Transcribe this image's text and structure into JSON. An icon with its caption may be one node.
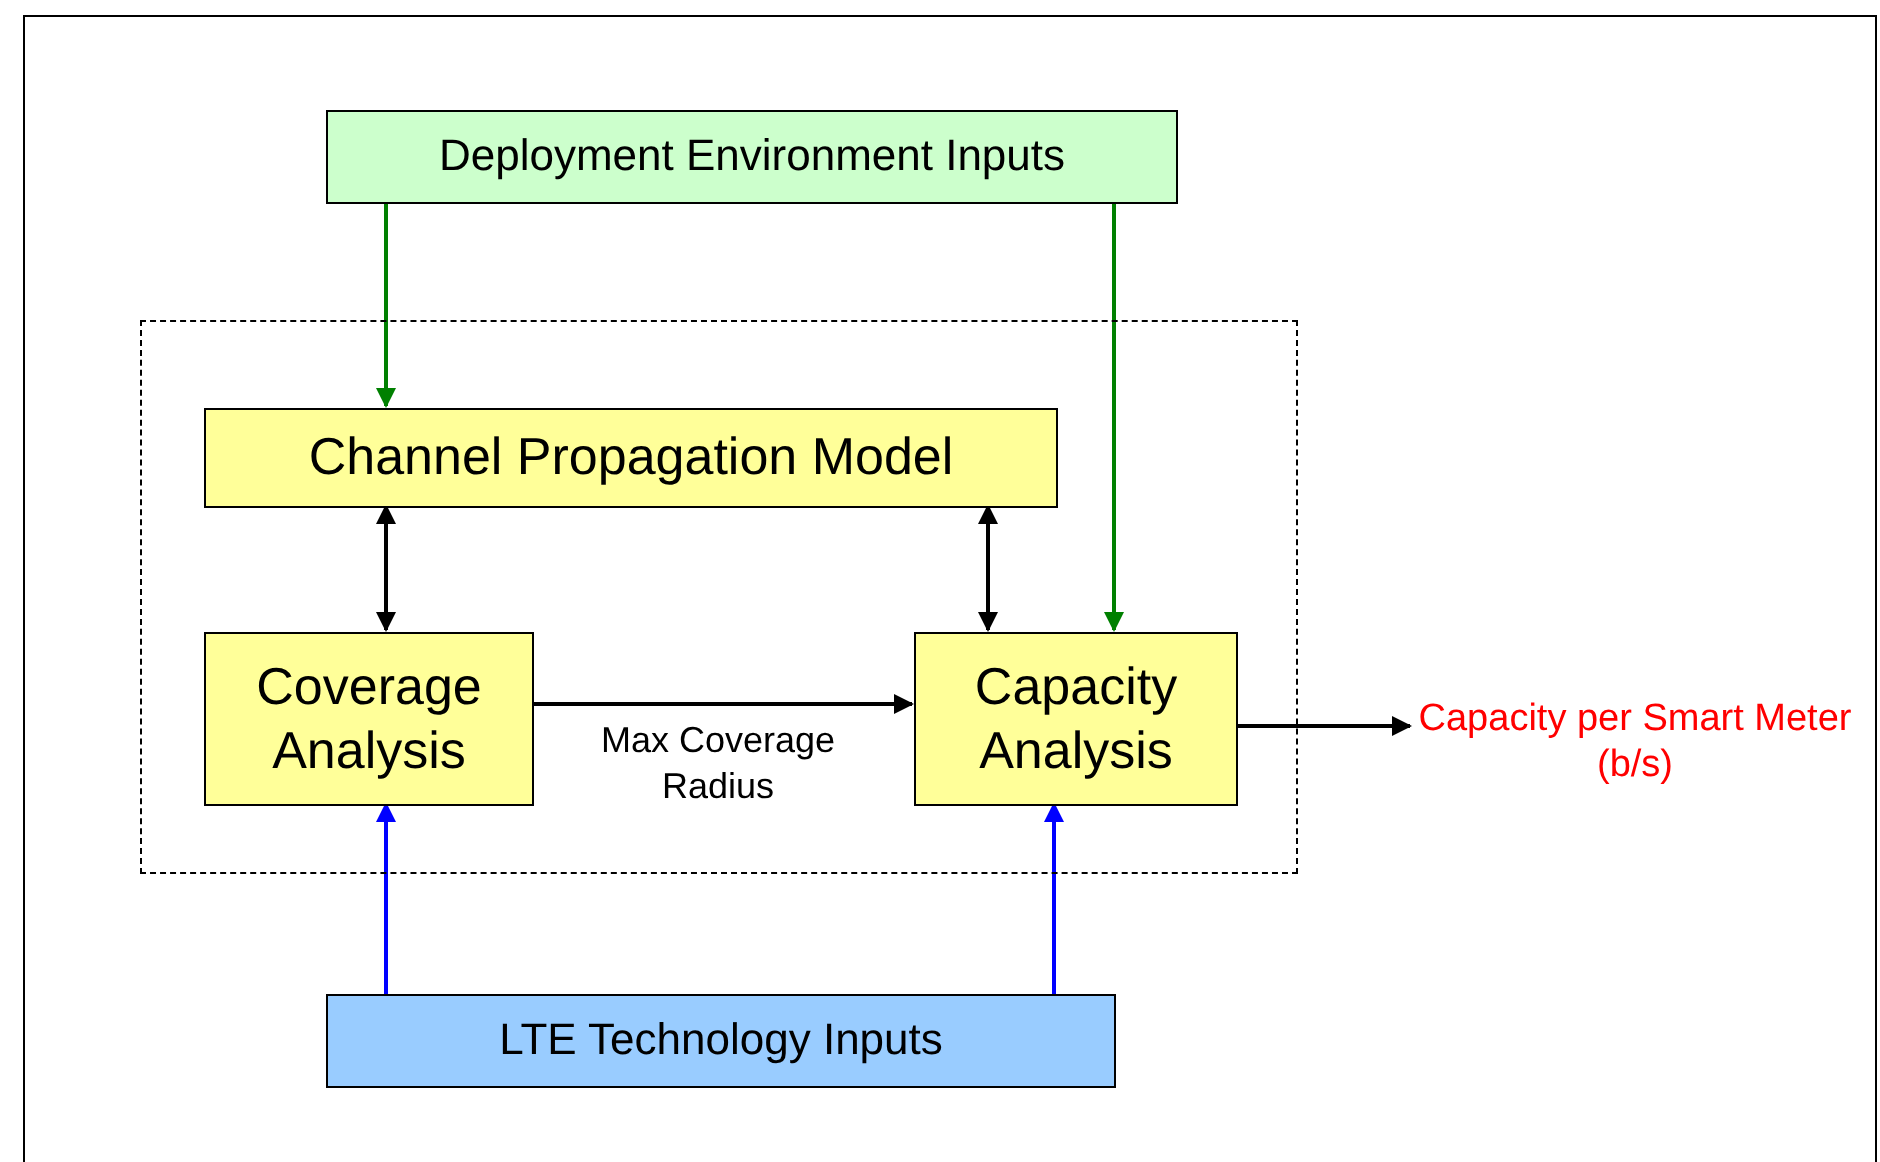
{
  "diagram": {
    "nodes": [
      {
        "text": [
          "Deployment Environment Inputs"
        ]
      },
      {
        "text": [],
        "shape": "box"
      },
      {
        "text": [
          "Channel Propagation Model"
        ],
        "in": 1
      },
      {
        "text": [
          "Coverage Analysis"
        ],
        "in": 1
      },
      {
        "text": [
          "Capacity Analysis"
        ],
        "in": 1
      },
      {
        "text": [
          "Capacity per Smart Meter (b/s)"
        ]
      },
      {
        "text": [
          "LTE Technology Inputs"
        ]
      }
    ],
    "edges": [
      {
        "from": 0,
        "to": 2,
        "arrow": "to",
        "color": "#008000"
      },
      {
        "from": 0,
        "to": 4,
        "arrow": "to",
        "color": "#008000"
      },
      {
        "from": 2,
        "to": 3,
        "arrow": "both"
      },
      {
        "from": 2,
        "to": 4,
        "arrow": "both"
      },
      {
        "from": 3,
        "to": 4,
        "arrow": "to",
        "label": "Max Coverage Radius"
      },
      {
        "from": 4,
        "to": 5,
        "arrow": "to"
      },
      {
        "from": 6,
        "to": 3,
        "arrow": "to",
        "color": "#0000ff"
      },
      {
        "from": 6,
        "to": 4,
        "arrow": "to",
        "color": "#0000ff"
      }
    ]
  }
}
